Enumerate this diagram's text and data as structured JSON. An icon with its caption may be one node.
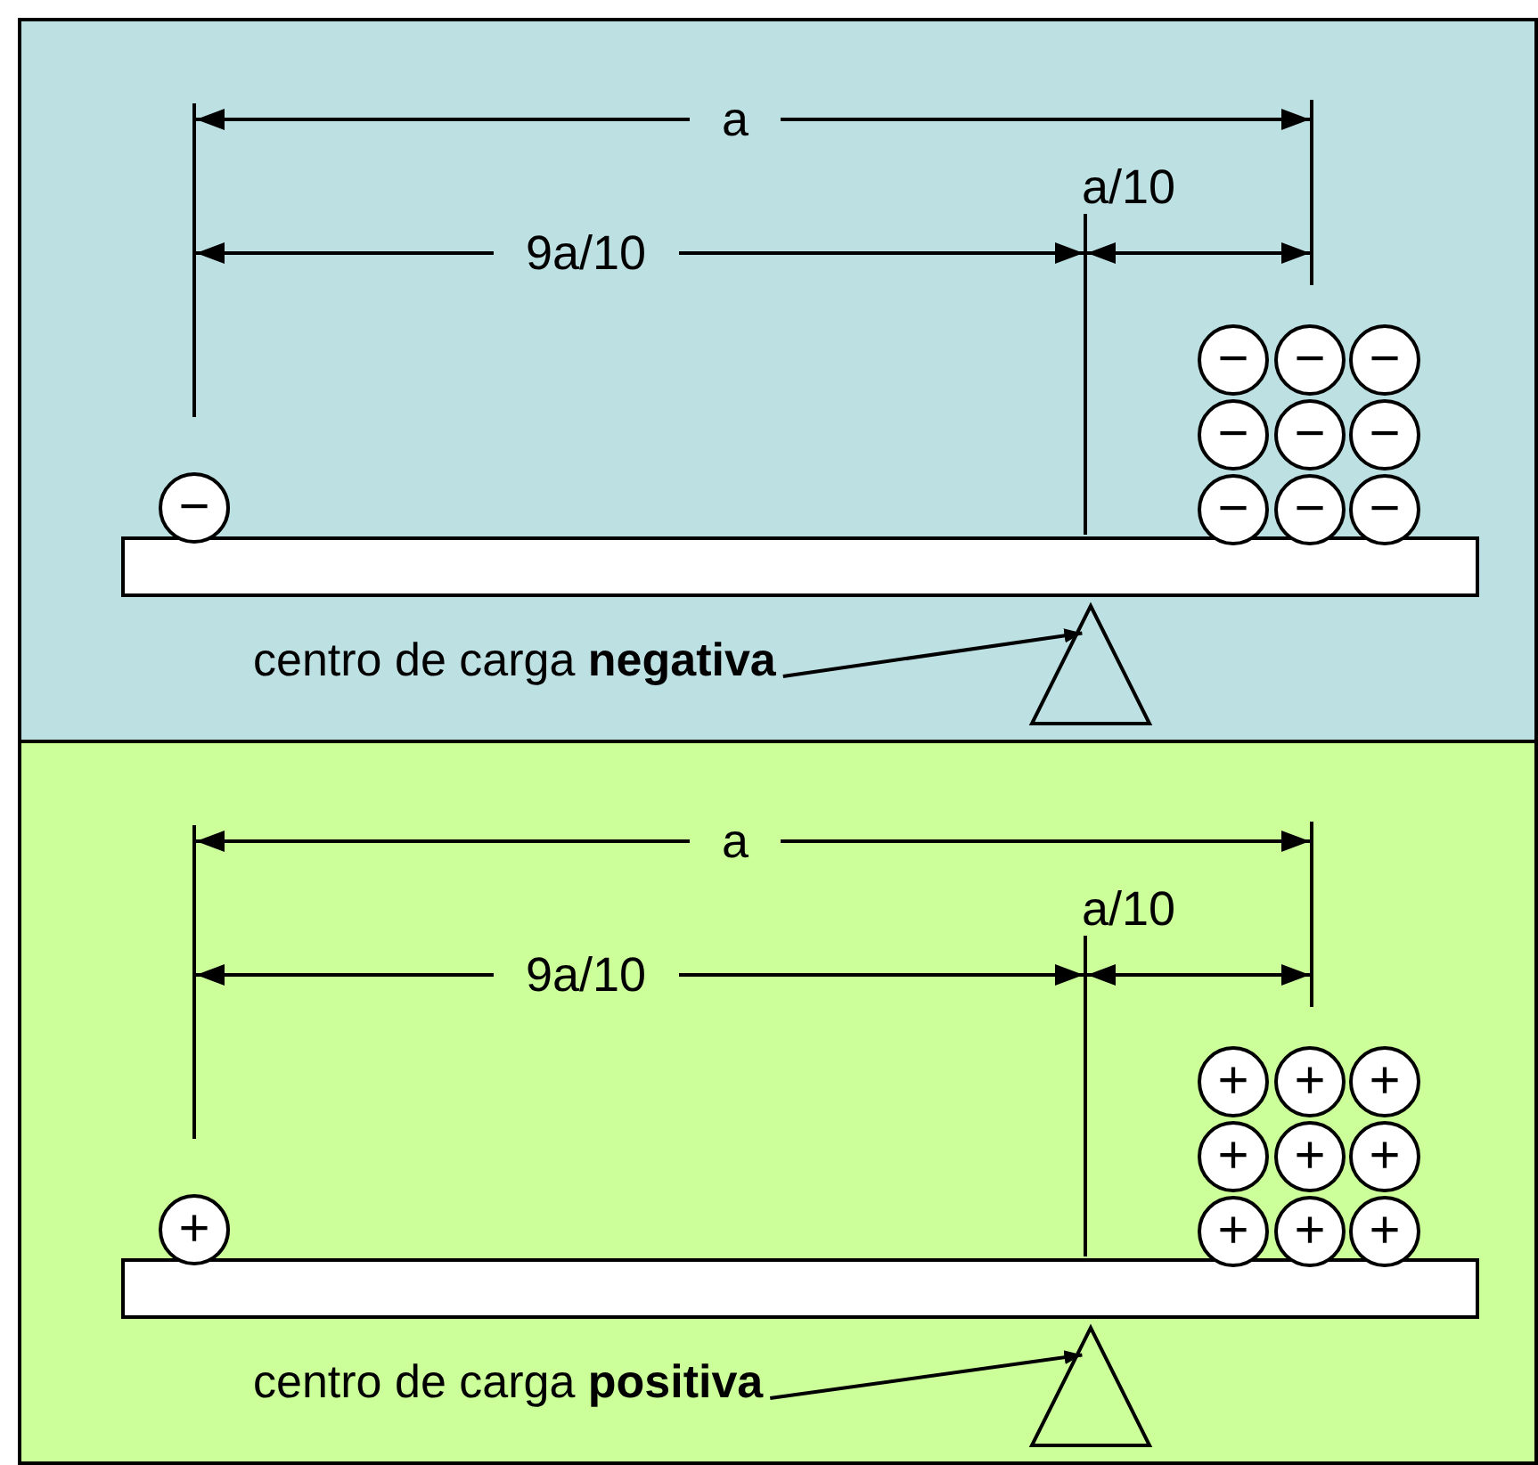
{
  "diagram": {
    "nodes": [
      {
        "text": [],
        "shape": "box"
      },
      {
        "text": [
          "centro de carga **negativa**"
        ],
        "in": 0
      },
      {
        "text": [],
        "shape": "triangle",
        "in": 0
      },
      {
        "text": [],
        "shape": "bar",
        "in": 0
      },
      {
        "text": [
          "−"
        ],
        "in": 0
      },
      {
        "text": [
          "−"
        ],
        "in": 0
      },
      {
        "text": [
          "−"
        ],
        "in": 0
      },
      {
        "text": [
          "−"
        ],
        "in": 0
      },
      {
        "text": [
          "−"
        ],
        "in": 0
      },
      {
        "text": [
          "−"
        ],
        "in": 0
      },
      {
        "text": [
          "−"
        ],
        "in": 0
      },
      {
        "text": [
          "−"
        ],
        "in": 0
      },
      {
        "text": [
          "−"
        ],
        "in": 0
      },
      {
        "text": [
          "−"
        ],
        "in": 0
      },
      {
        "text": [],
        "shape": "box"
      },
      {
        "text": [
          "centro de carga **positiva**"
        ],
        "in": 14
      },
      {
        "text": [],
        "shape": "triangle",
        "in": 14
      },
      {
        "text": [],
        "shape": "bar",
        "in": 14
      },
      {
        "text": [
          "+"
        ],
        "in": 14
      },
      {
        "text": [
          "+"
        ],
        "in": 14
      },
      {
        "text": [
          "+"
        ],
        "in": 14
      },
      {
        "text": [
          "+"
        ],
        "in": 14
      },
      {
        "text": [
          "+"
        ],
        "in": 14
      },
      {
        "text": [
          "+"
        ],
        "in": 14
      },
      {
        "text": [
          "+"
        ],
        "in": 14
      },
      {
        "text": [
          "+"
        ],
        "in": 14
      },
      {
        "text": [
          "+"
        ],
        "in": 14
      },
      {
        "text": [
          "+"
        ],
        "in": 14
      }
    ],
    "edges": [
      {
        "from": 1,
        "to": 2,
        "arrow": "to"
      },
      {
        "from": 15,
        "to": 16,
        "arrow": "to"
      }
    ],
    "labels": [
      "a",
      "a/10",
      "9a/10",
      "a",
      "a/10",
      "9a/10"
    ]
  }
}
